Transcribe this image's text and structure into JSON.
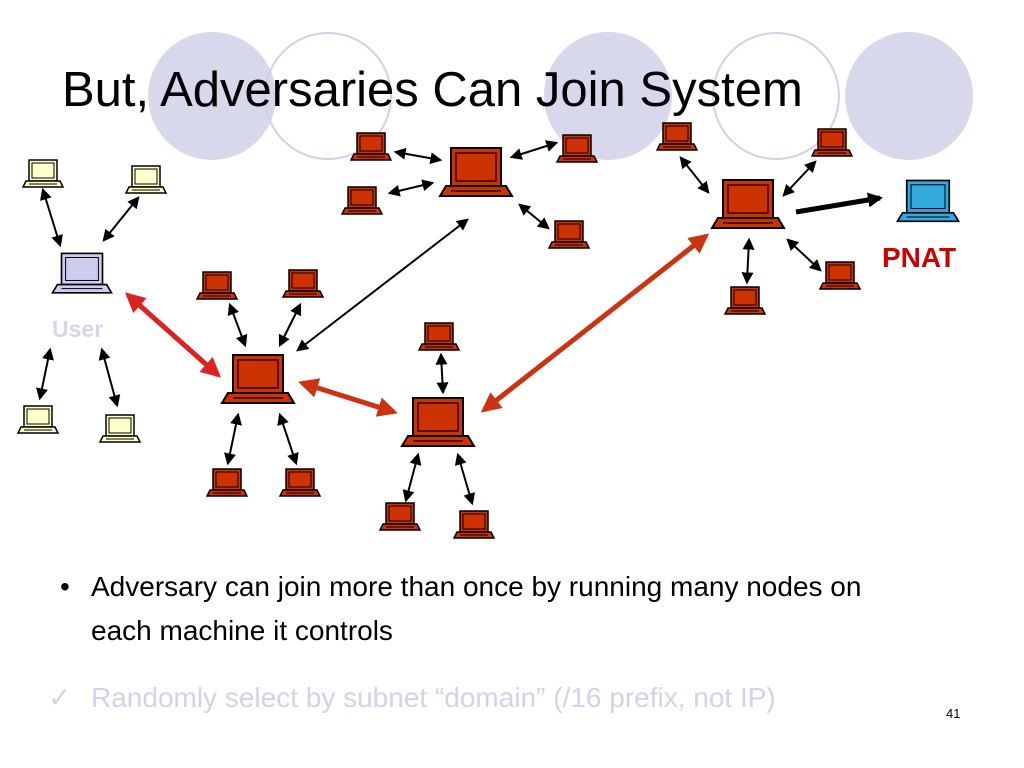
{
  "slide": {
    "title": "But, Adversaries Can Join System",
    "bullet_points": [
      "Adversary can join more than once by running many nodes on each machine it controls"
    ],
    "check_points": [
      "Randomly select by subnet “domain”   (/16 prefix, not IP)"
    ],
    "slide_number": "41"
  },
  "diagram": {
    "user_label": "User",
    "pnat_label": "PNAT",
    "colors": {
      "adversary_node": "#cc3300",
      "honest_node": "#ffffcc",
      "user_node": "#ccccee",
      "pnat_node": "#33aadd",
      "red_link": "#dd2222",
      "orange_link": "#cc3311",
      "user_label": "#d6d6ea",
      "pnat_label": "#cc0000",
      "decor_circle": "#d8d8ec",
      "check_text": "#d2d2ea"
    }
  },
  "icons": {
    "bullet": "•",
    "check": "✓"
  }
}
